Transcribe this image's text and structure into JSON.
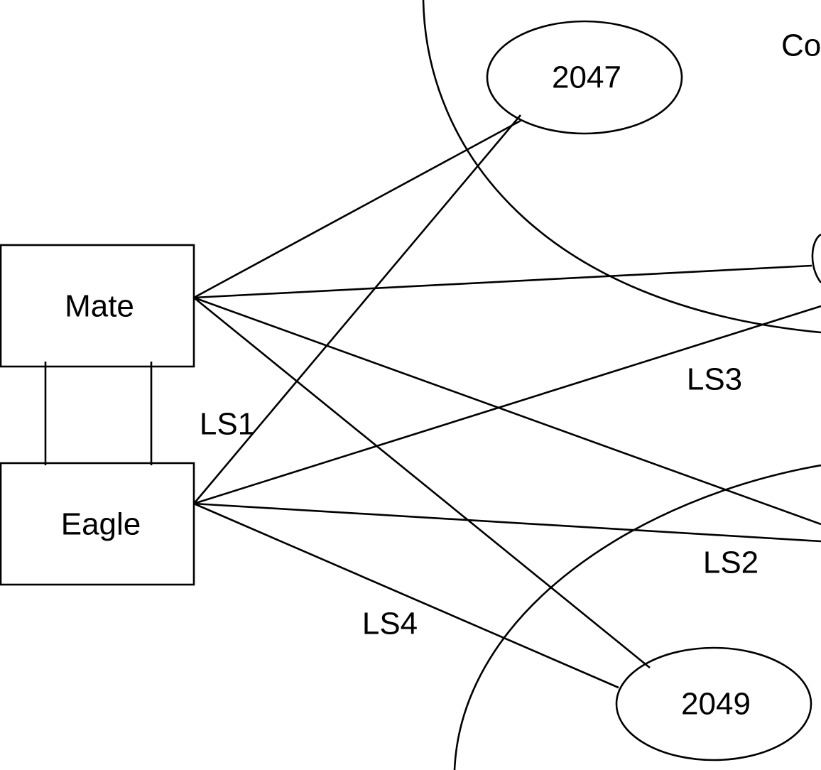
{
  "nodes": {
    "mate": {
      "label": "Mate"
    },
    "eagle": {
      "label": "Eagle"
    },
    "node_2047": {
      "label": "2047"
    },
    "node_2049": {
      "label": "2049"
    }
  },
  "regions": {
    "top_right": {
      "label": "Co"
    }
  },
  "linksets": {
    "ls1": "LS1",
    "ls2": "LS2",
    "ls3": "LS3",
    "ls4": "LS4"
  },
  "colors": {
    "stroke": "#000000",
    "background": "#ffffff"
  }
}
